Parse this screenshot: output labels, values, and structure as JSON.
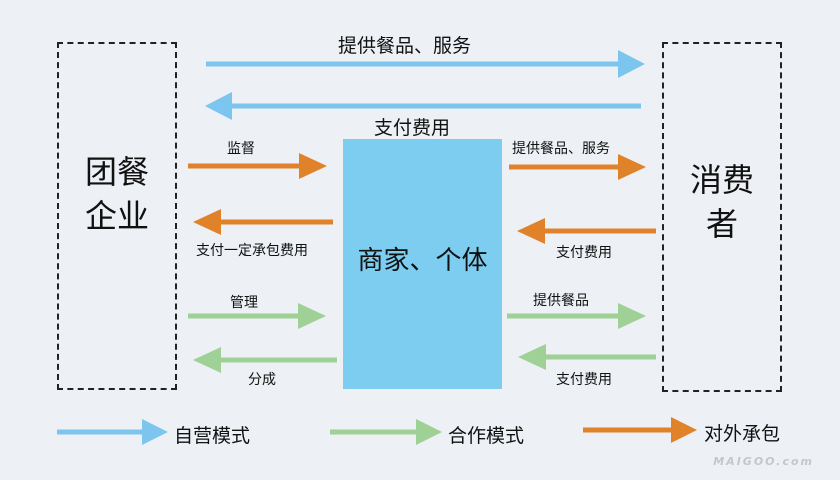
{
  "colors": {
    "blue": "#7cc5ee",
    "orange": "#e0822a",
    "green": "#9fd095",
    "center_box": "#7ccdf0"
  },
  "left_box": {
    "label": "团餐\n企业"
  },
  "right_box": {
    "label": "消费\n者"
  },
  "center_box": {
    "label": "商家、个体"
  },
  "arrows": {
    "top_right": {
      "label": "提供餐品、服务",
      "mode": "blue"
    },
    "top_left": {
      "label": "支付费用",
      "mode": "blue"
    },
    "l_orange_right": {
      "label": "监督",
      "mode": "orange"
    },
    "l_orange_left": {
      "label": "支付一定承包费用",
      "mode": "orange"
    },
    "l_green_right": {
      "label": "管理",
      "mode": "green"
    },
    "l_green_left": {
      "label": "分成",
      "mode": "green"
    },
    "r_orange_right": {
      "label": "提供餐品、服务",
      "mode": "orange"
    },
    "r_orange_left": {
      "label": "支付费用",
      "mode": "orange"
    },
    "r_green_right": {
      "label": "提供餐品",
      "mode": "green"
    },
    "r_green_left": {
      "label": "支付费用",
      "mode": "green"
    }
  },
  "legend": [
    {
      "label": "自营模式",
      "color_key": "blue"
    },
    {
      "label": "合作模式",
      "color_key": "green"
    },
    {
      "label": "对外承包",
      "color_key": "orange"
    }
  ],
  "watermark": "MAIGOO.com"
}
